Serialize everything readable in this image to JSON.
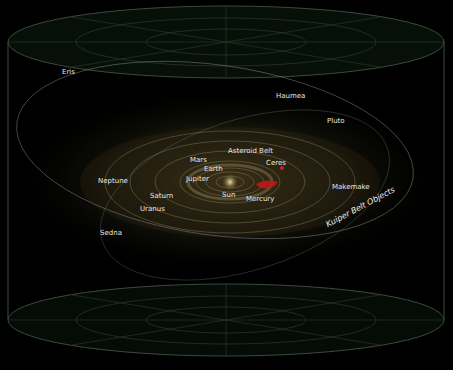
{
  "diagram": {
    "labels": [
      "Eris",
      "Haumea",
      "Pluto",
      "Asteroid Belt",
      "Ceres",
      "Mars",
      "Earth",
      "Jupiter",
      "Neptune",
      "Saturn",
      "Uranus",
      "Sun",
      "Mercury",
      "Makemake",
      "Sedna",
      "Kuiper Belt Objects"
    ]
  }
}
